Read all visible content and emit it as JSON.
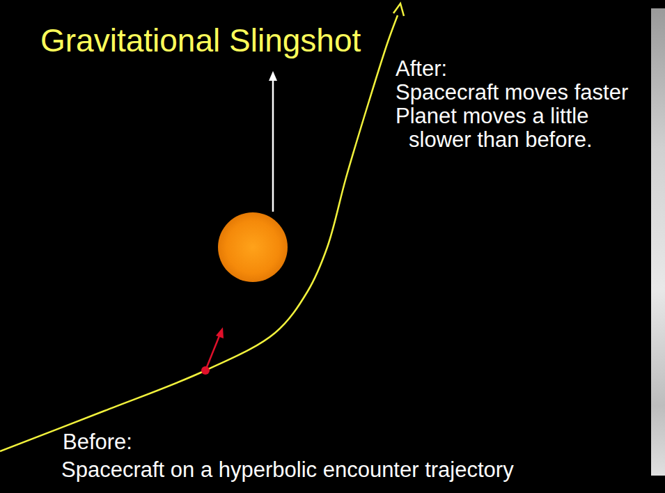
{
  "diagram": {
    "title": "Gravitational Slingshot",
    "labels": [
      "After:",
      "Spacecraft moves faster",
      "Planet moves a little slower than before.",
      "Before:",
      "Spacecraft on a hyperbolic encounter trajectory"
    ]
  }
}
